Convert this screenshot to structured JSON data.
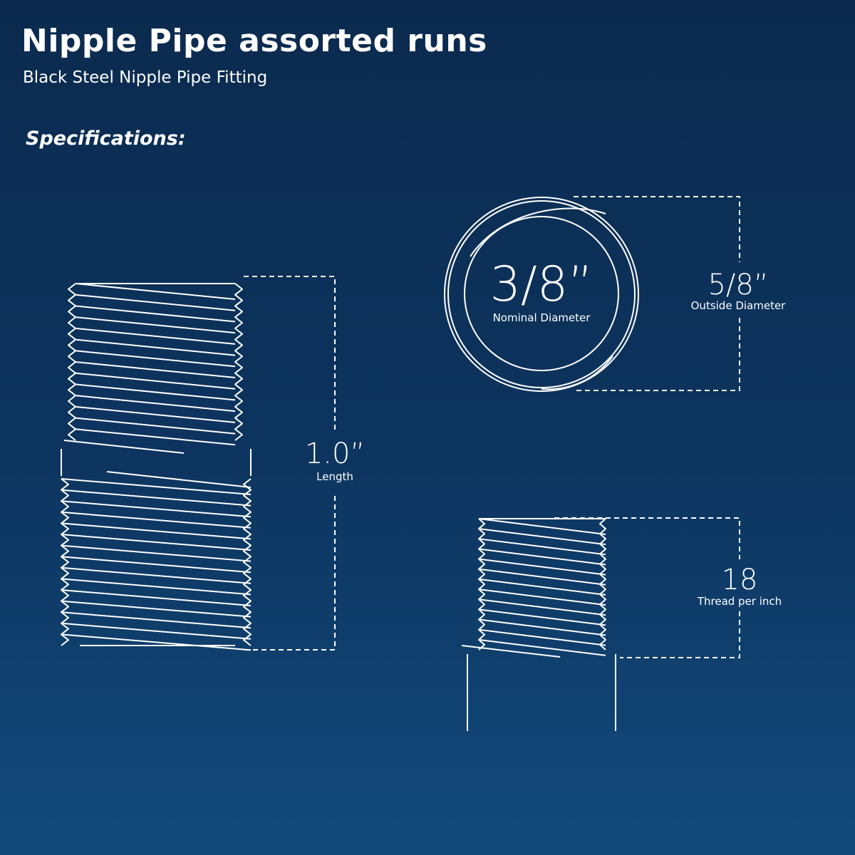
{
  "header": {
    "title": "Nipple Pipe assorted runs",
    "subtitle": "Black Steel Nipple Pipe Fitting",
    "spec_heading": "Specifications:"
  },
  "specs": {
    "length": {
      "value": "1.0”",
      "label": "Length"
    },
    "nominal_diameter": {
      "value": "3/8”",
      "label": "Nominal Diameter"
    },
    "outside_diameter": {
      "value": "5/8”",
      "label": "Outside Diameter"
    },
    "threads": {
      "value": "18",
      "label": "Thread per inch"
    }
  },
  "colors": {
    "background_top": "#0b2a4e",
    "background_bottom": "#124a7c",
    "line": "#ffffff"
  }
}
